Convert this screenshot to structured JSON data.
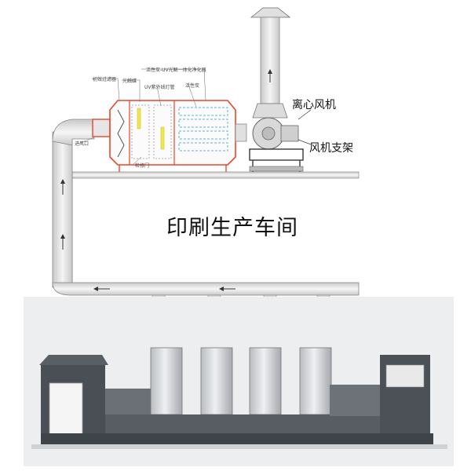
{
  "diagram": {
    "title": "印刷生产车间",
    "labels": {
      "centrifugal_fan": "离心风机",
      "fan_bracket": "风机支架",
      "filter": "初效过滤器",
      "photocatalyst": "光触媒",
      "uv_lamp": "UV紫外线灯管",
      "integrated_purifier": "活性炭-UV光解一体化净化器",
      "activated_carbon": "活性炭",
      "air_inlet": "进风口",
      "access_door": "检修门"
    },
    "colors": {
      "housing": "#e8472c",
      "duct": "#dcdcdc",
      "lamp": "#f3e74c",
      "carbon": "#5fb0d8",
      "machine": "#4a4f55"
    }
  }
}
